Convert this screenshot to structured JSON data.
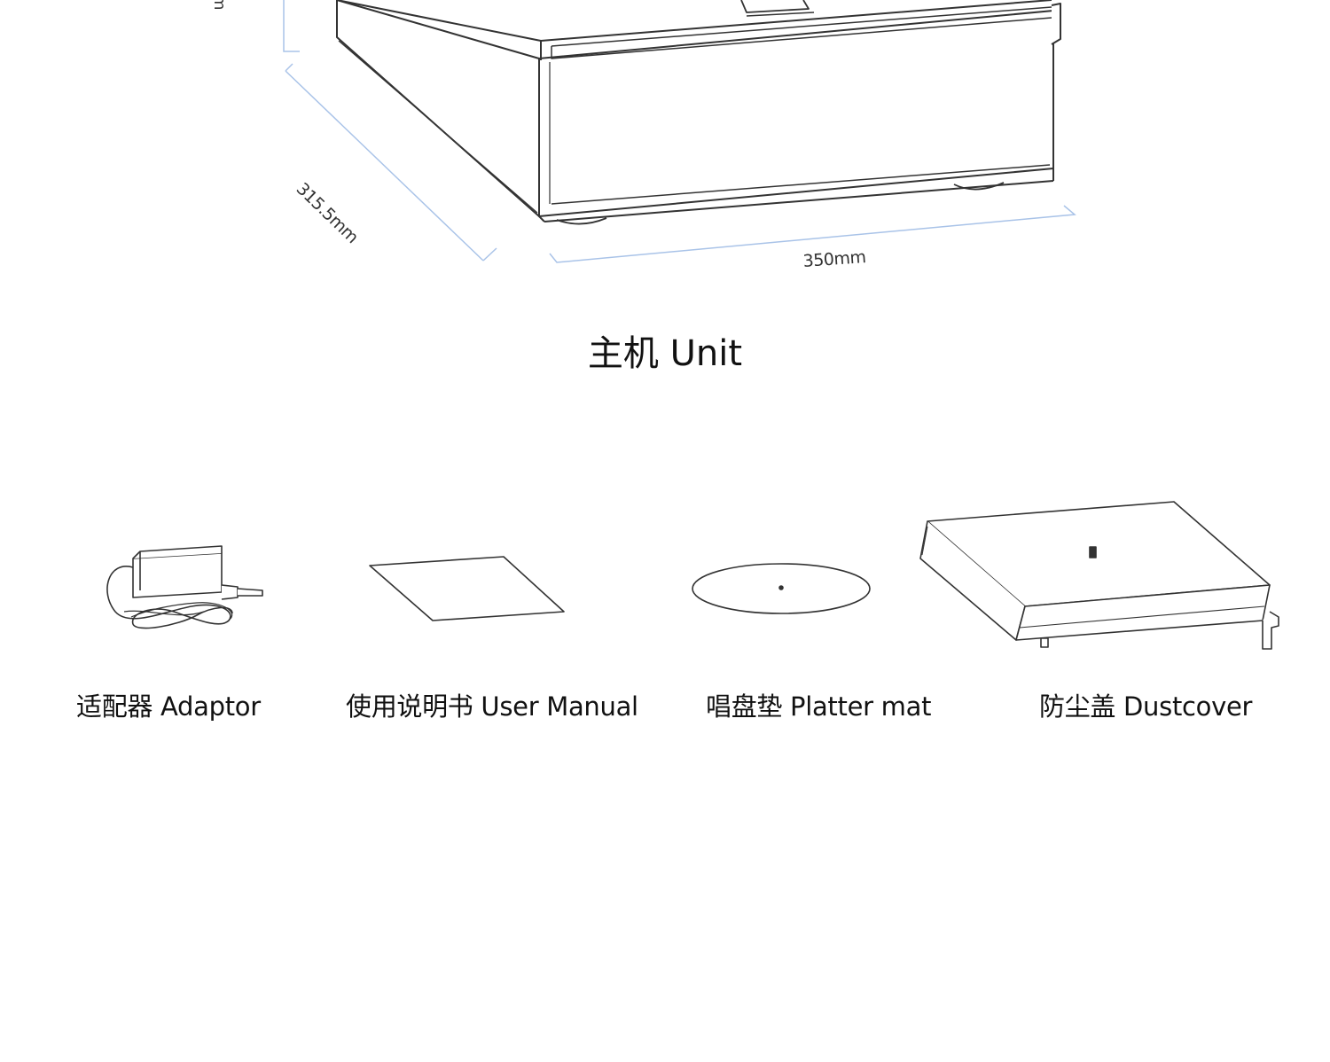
{
  "dimensions": {
    "depth": "315.5mm",
    "width": "350mm",
    "height_partial": "m"
  },
  "unit": {
    "title": "主机 Unit"
  },
  "accessories": [
    {
      "label": "适配器 Adaptor",
      "icon": "power-adaptor-icon"
    },
    {
      "label": "使用说明书 User Manual",
      "icon": "manual-sheet-icon"
    },
    {
      "label": "唱盘垫 Platter mat",
      "icon": "platter-mat-icon"
    },
    {
      "label": "防尘盖 Dustcover",
      "icon": "dustcover-icon"
    }
  ],
  "colors": {
    "line": "#333333",
    "dimension_line": "#a9c3e8",
    "text": "#111111",
    "background": "#ffffff"
  }
}
